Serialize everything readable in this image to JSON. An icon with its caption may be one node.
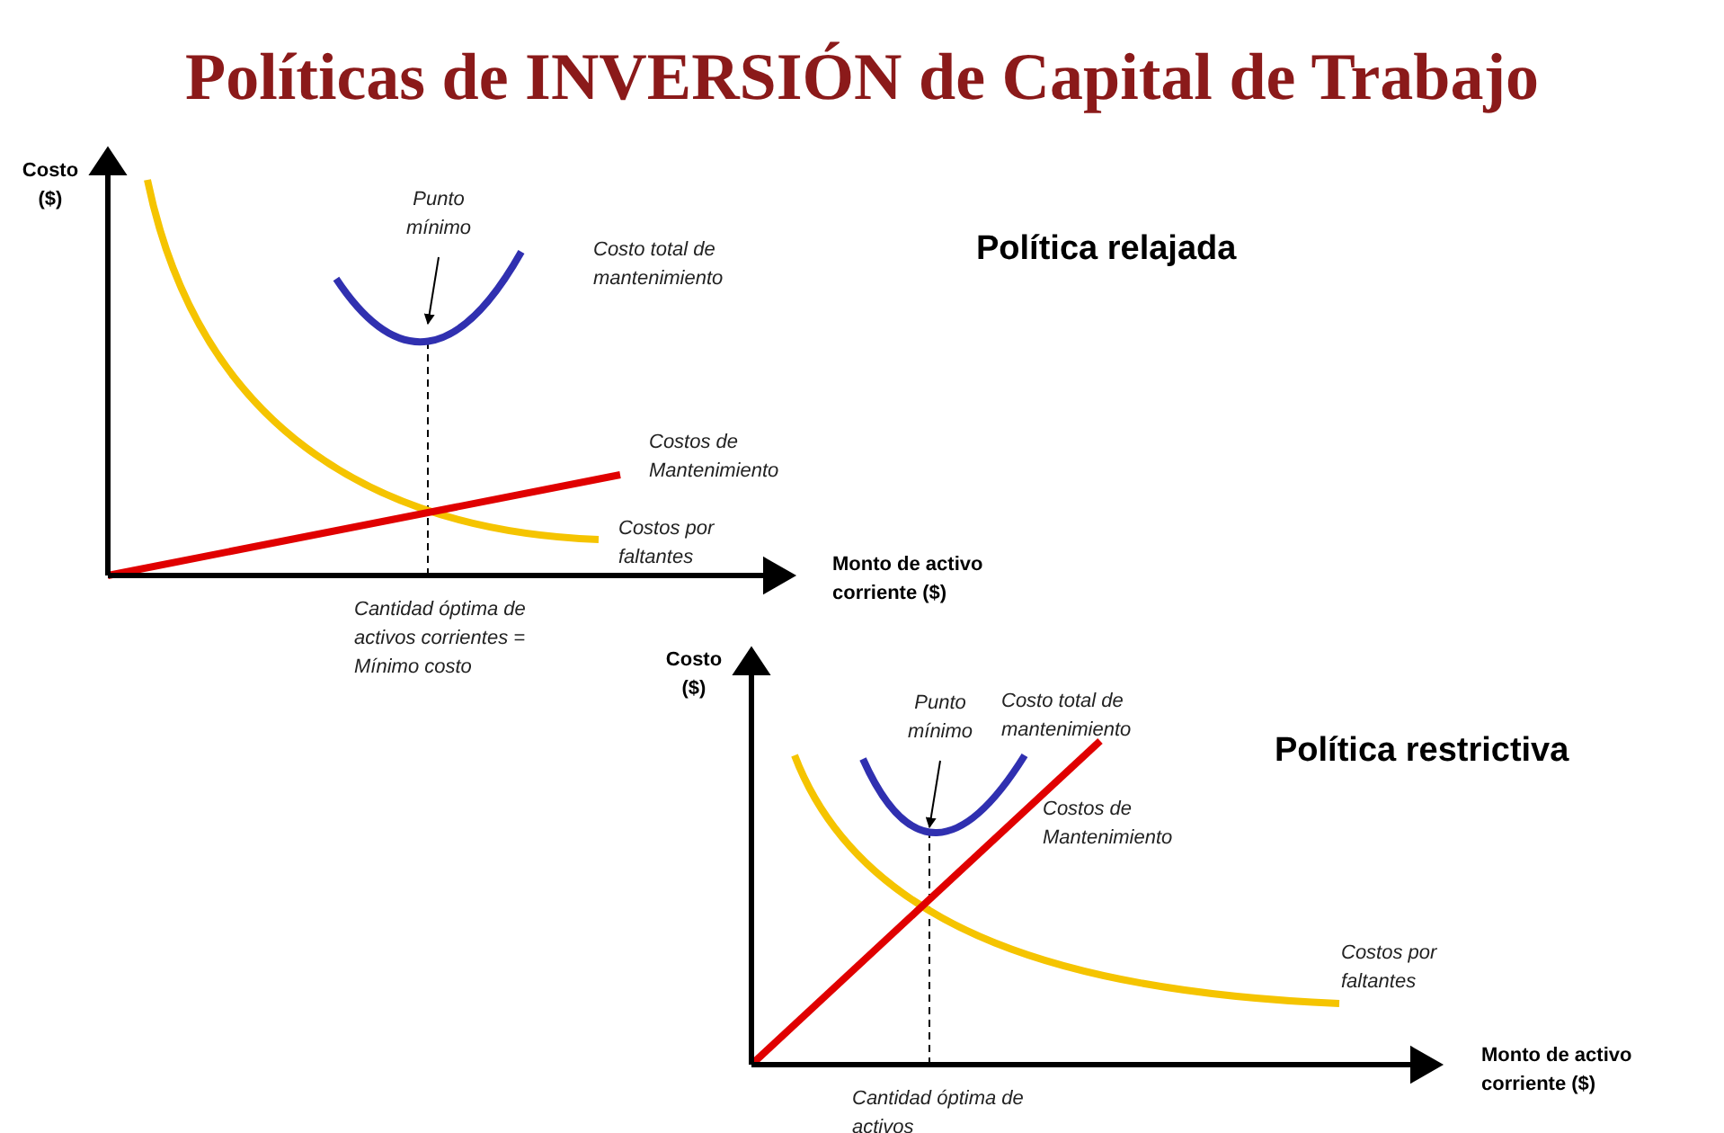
{
  "diagram": {
    "title": "Políticas de INVERSIÓN de Capital de Trabajo",
    "nodes": [
      {
        "text": [
          "Punto mínimo"
        ]
      },
      {
        "text": [
          "Punto mínimo"
        ]
      }
    ],
    "edges": [
      {
        "from": 0,
        "to": null,
        "arrow": "to"
      },
      {
        "from": 1,
        "to": null,
        "arrow": "to"
      }
    ],
    "labels": [
      "Costo ($)",
      "Costo total de mantenimiento",
      "Política relajada",
      "Costos de Mantenimiento",
      "Costos por faltantes",
      "Monto de activo corriente ($)",
      "Cantidad óptima de activos corrientes = Mínimo costo",
      "Costo ($)",
      "Costo total de mantenimiento",
      "Política restrictiva",
      "Costos de Mantenimiento",
      "Costos por faltantes",
      "Monto de activo corriente ($)",
      "Cantidad óptima de activos"
    ]
  }
}
